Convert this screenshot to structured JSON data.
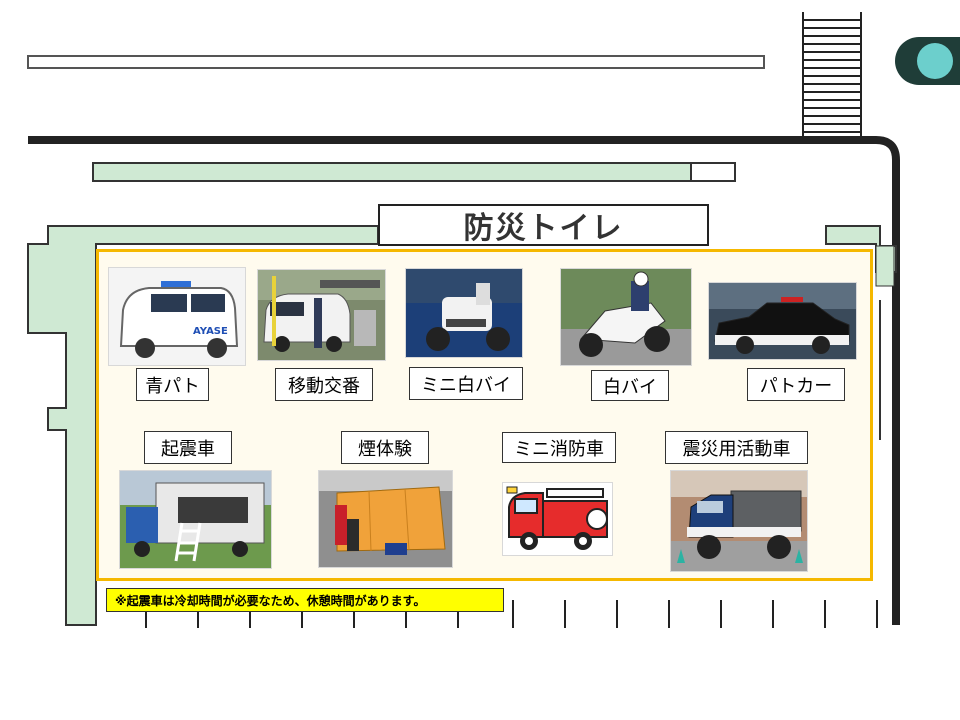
{
  "map": {
    "toilet_label": "防災トイレ",
    "note": "※起震車は冷却時間が必要なため、休憩時間があります。",
    "colors": {
      "road_green": "#cfe9d3",
      "panel_border": "#f5b800",
      "panel_bg": "#fffbee",
      "note_bg": "#ffff00",
      "marker": "#6ccfcc"
    }
  },
  "vehicles": {
    "row1": [
      {
        "label": "青パト",
        "icon": "blue-patrol-van-photo"
      },
      {
        "label": "移動交番",
        "icon": "mobile-police-box-photo"
      },
      {
        "label": "ミニ白バイ",
        "icon": "mini-police-motorcycle-photo"
      },
      {
        "label": "白バイ",
        "icon": "police-motorcycle-photo"
      },
      {
        "label": "パトカー",
        "icon": "patrol-car-photo"
      }
    ],
    "row2": [
      {
        "label": "起震車",
        "icon": "earthquake-simulator-truck-photo"
      },
      {
        "label": "煙体験",
        "icon": "smoke-experience-tent-photo"
      },
      {
        "label": "ミニ消防車",
        "icon": "mini-fire-engine-illustration"
      },
      {
        "label": "震災用活動車",
        "icon": "disaster-response-vehicle-photo"
      }
    ]
  }
}
